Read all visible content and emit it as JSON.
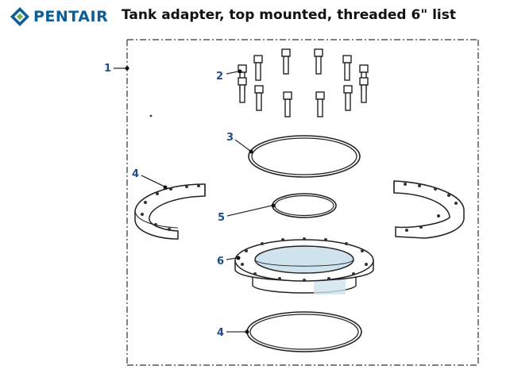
{
  "header": {
    "brand": "PENTAIR",
    "title": "Tank adapter, top mounted, threaded 6\" list"
  },
  "colors": {
    "brand": "#0b5e97",
    "label": "#1f4e86",
    "flange_tint": "#cfe3ef"
  },
  "callouts": [
    {
      "number": "1"
    },
    {
      "number": "2"
    },
    {
      "number": "3"
    },
    {
      "number": "4"
    },
    {
      "number": "5"
    },
    {
      "number": "6"
    },
    {
      "number": "4"
    }
  ]
}
